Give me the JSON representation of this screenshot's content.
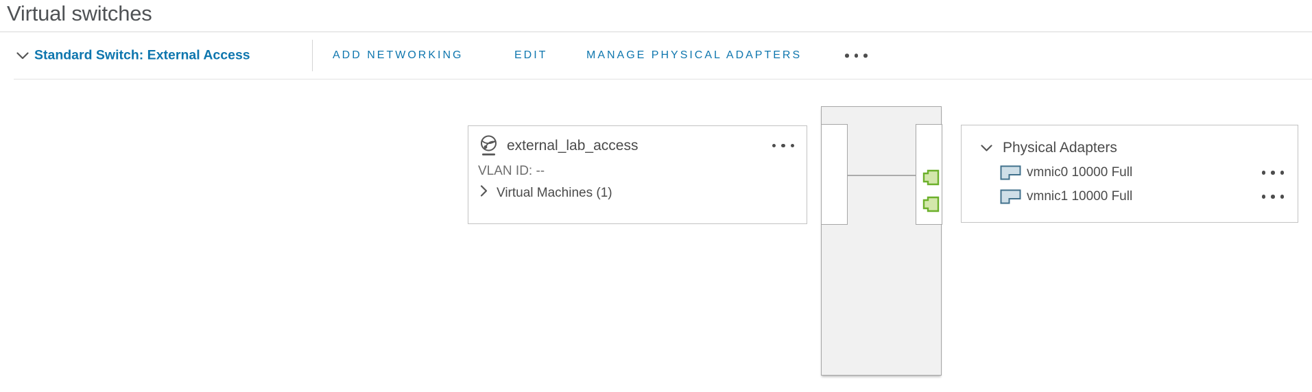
{
  "page": {
    "title": "Virtual switches"
  },
  "toolbar": {
    "switch_label": "Standard Switch: External Access",
    "actions": [
      {
        "label": "ADD NETWORKING"
      },
      {
        "label": "EDIT"
      },
      {
        "label": "MANAGE PHYSICAL ADAPTERS"
      }
    ]
  },
  "port_group": {
    "name": "external_lab_access",
    "vlan_id_label": "VLAN ID: --",
    "virtual_machines_label": "Virtual Machines (1)"
  },
  "physical_adapters": {
    "title": "Physical Adapters",
    "items": [
      {
        "label": "vmnic0 10000 Full"
      },
      {
        "label": "vmnic1 10000 Full"
      }
    ]
  },
  "colors": {
    "accent_blue": "#0e76ae",
    "title_gray": "#4f5255",
    "text_dark": "#4a4a4a",
    "text_muted": "#6e6e6e",
    "port_green_fill": "#d3e7ab",
    "port_green_border": "#6cb02b",
    "nic_fill": "#cfdfe8",
    "nic_border": "#41718c"
  }
}
